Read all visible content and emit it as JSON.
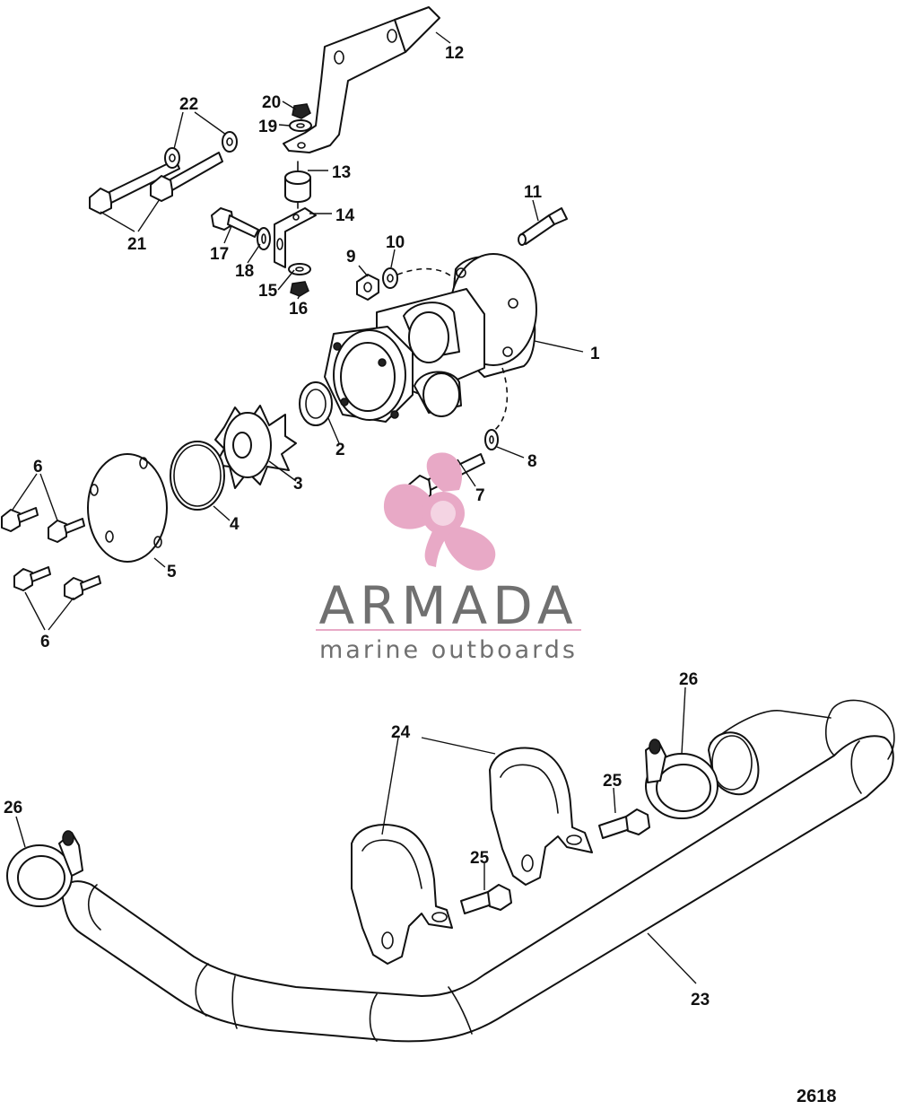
{
  "callouts": {
    "c1": "1",
    "c2": "2",
    "c3": "3",
    "c4": "4",
    "c5": "5",
    "c6a": "6",
    "c6b": "6",
    "c7": "7",
    "c8": "8",
    "c9": "9",
    "c10": "10",
    "c11": "11",
    "c12": "12",
    "c13": "13",
    "c14": "14",
    "c15": "15",
    "c16": "16",
    "c17": "17",
    "c18": "18",
    "c19": "19",
    "c20": "20",
    "c21": "21",
    "c22": "22",
    "c23": "23",
    "c24": "24",
    "c25a": "25",
    "c25b": "25",
    "c26a": "26",
    "c26b": "26"
  },
  "figure_number": "2618",
  "watermark": {
    "brand": "ARMADA",
    "tagline": "marine outboards",
    "logo_color": "#e8a9c6",
    "text_color": "#707070"
  }
}
